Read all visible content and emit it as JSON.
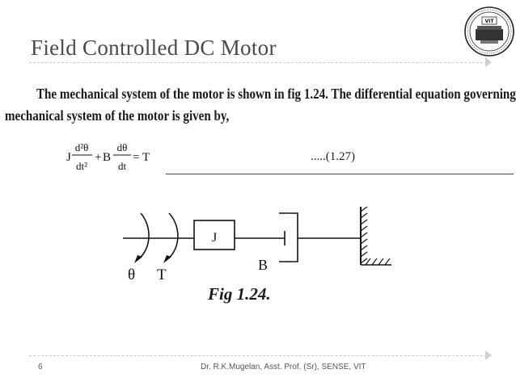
{
  "slide": {
    "title": "Field Controlled DC Motor",
    "body_line_1": "The mechanical system of the motor is shown in fig 1.24. The differential equation governing the",
    "body_line_2": "mechanical system of the motor is given by,",
    "equation": {
      "lhs_J": "J",
      "num_1": "d²θ",
      "den_1": "dt²",
      "plus": "+",
      "coef_B": "B",
      "num_2": "dθ",
      "den_2": "dt",
      "rhs": "= T",
      "reference": ".....(1.27)"
    },
    "diagram": {
      "label_theta": "θ",
      "label_T": "T",
      "label_J": "J",
      "label_B": "B",
      "caption": "Fig 1.24."
    }
  },
  "footer": {
    "page_number": "6",
    "credit": "Dr. R.K.Mugelan, Asst. Prof. (Sr), SENSE, VIT"
  },
  "logo": {
    "text": "VIT"
  }
}
